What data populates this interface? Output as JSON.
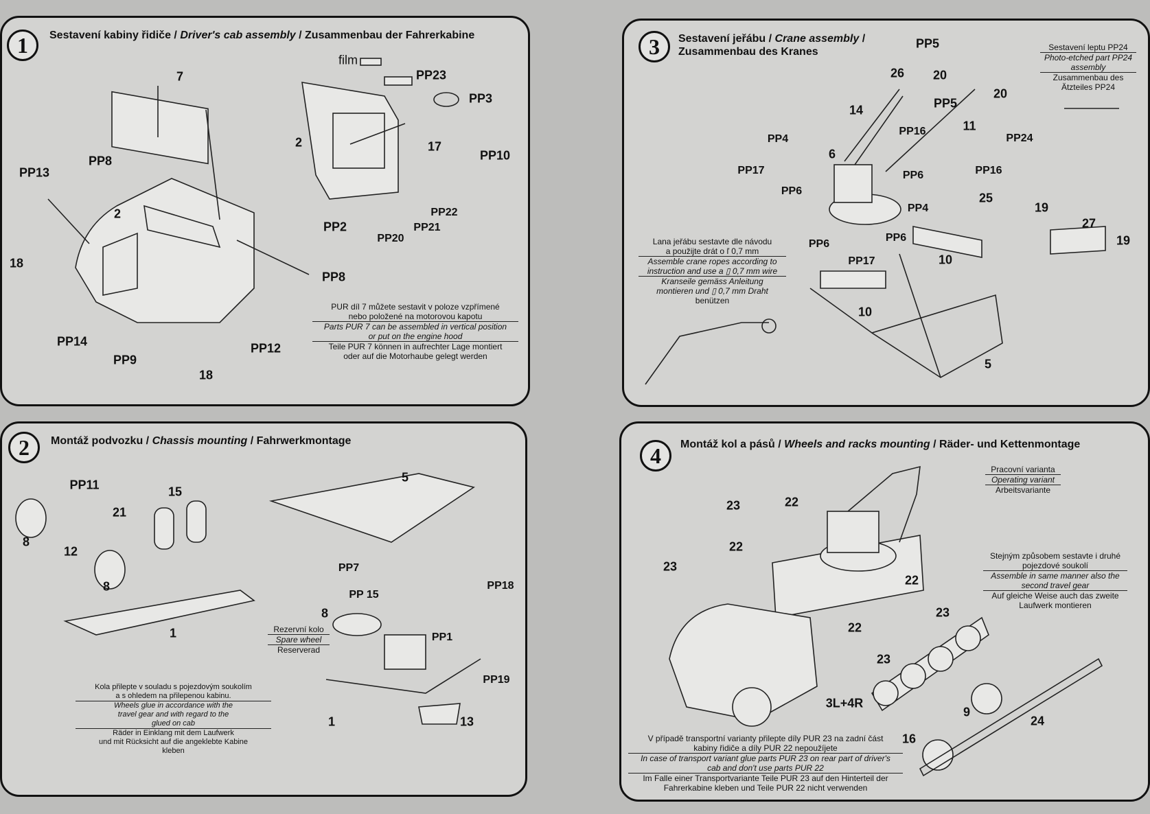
{
  "panels": {
    "p1": {
      "number": "1",
      "title": {
        "cz": "Sestavení kabiny řidiče",
        "en": "Driver's cab assembly",
        "de": "Zusammenbau der Fahrerkabine"
      },
      "labels": [
        "7",
        "film",
        "PP23",
        "PP3",
        "2",
        "17",
        "PP10",
        "PP8",
        "PP13",
        "2",
        "PP2",
        "PP22",
        "PP20",
        "PP21",
        "18",
        "PP8",
        "PP14",
        "PP9",
        "PP12",
        "18"
      ],
      "note": {
        "cz": [
          "PUR díl 7 můžete sestavit v poloze vzpřímené",
          "nebo položené na motorovou kapotu"
        ],
        "en": [
          "Parts PUR 7 can be assembled in vertical position",
          "or put on the engine hood"
        ],
        "de": [
          "Teile PUR 7 können in aufrechter Lage montiert",
          "oder auf die Motorhaube gelegt  werden"
        ]
      }
    },
    "p2": {
      "number": "2",
      "title": {
        "cz": "Montáž podvozku",
        "en": "Chassis mounting",
        "de": "Fahrwerkmontage"
      },
      "labels": [
        "PP11",
        "15",
        "21",
        "8",
        "12",
        "8",
        "1",
        "5",
        "PP7",
        "PP 15",
        "PP18",
        "8",
        "PP1",
        "PP19",
        "1",
        "13"
      ],
      "spare": {
        "cz": "Rezervní kolo",
        "en": "Spare wheel",
        "de": "Reserverad"
      },
      "note": {
        "cz": [
          "Kola přilepte v souladu s pojezdovým soukolím",
          "a s ohledem na přilepenou kabinu."
        ],
        "en": [
          "Wheels glue in accordance with the",
          "travel gear and with regard to the",
          "glued on cab"
        ],
        "de": [
          "Räder in Einklang mit dem Laufwerk",
          "und mit Rücksicht auf die angeklebte Kabine",
          "kleben"
        ]
      }
    },
    "p3": {
      "number": "3",
      "title": {
        "cz": "Sestavení jeřábu",
        "en": "Crane assembly",
        "de": "Zusammenbau des Kranes"
      },
      "labels": [
        "PP5",
        "26",
        "20",
        "PP5",
        "20",
        "14",
        "11",
        "PP16",
        "PP24",
        "PP4",
        "6",
        "PP17",
        "PP6",
        "PP16",
        "PP6",
        "PP4",
        "25",
        "19",
        "27",
        "19",
        "PP6",
        "PP6",
        "PP17",
        "10",
        "10",
        "5"
      ],
      "etch_note": {
        "cz": [
          "Sestavení leptu PP24"
        ],
        "en": [
          "Photo-etched part PP24",
          "assembly"
        ],
        "de": [
          "Zusammenbau des",
          "Ätzteiles PP24"
        ]
      },
      "note": {
        "cz": [
          "Lana jeřábu sestavte dle návodu",
          "a použijte drát o ľ 0,7 mm"
        ],
        "en": [
          "Assemble crane ropes according to",
          "instruction and use a ▯ 0,7 mm wire"
        ],
        "de": [
          "Kranseile gemäss Anleitung",
          "montieren und ▯ 0,7 mm Draht",
          "benützen"
        ]
      }
    },
    "p4": {
      "number": "4",
      "title": {
        "cz": "Montáž kol a pásů",
        "en": "Wheels and racks mounting",
        "de": "Räder- und Kettenmontage"
      },
      "labels": [
        "23",
        "22",
        "22",
        "23",
        "22",
        "23",
        "22",
        "23",
        "3L+4R",
        "9",
        "24",
        "16"
      ],
      "variant_note": {
        "cz": [
          "Pracovní varianta"
        ],
        "en": [
          "Operating variant"
        ],
        "de": [
          "Arbeitsvariante"
        ]
      },
      "second_note": {
        "cz": [
          "Stejným způsobem sestavte i druhé",
          "pojezdové soukolí"
        ],
        "en": [
          "Assemble in same manner also the",
          "second travel gear"
        ],
        "de": [
          "Auf gleiche Weise auch das zweite",
          "Laufwerk montieren"
        ]
      },
      "note": {
        "cz": [
          "V případě transportní varianty přilepte díly PUR 23 na zadní část",
          "kabiny řidiče a díly PUR 22 nepoužíjete"
        ],
        "en": [
          "In case of transport variant glue parts PUR 23 on rear part of driver's",
          "cab and don't use parts PUR 22"
        ],
        "de": [
          "Im Falle einer Transportvariante Teile PUR 23 auf den Hinterteil der",
          "Fahrerkabine kleben und Teile PUR 22 nicht verwenden"
        ]
      }
    }
  }
}
